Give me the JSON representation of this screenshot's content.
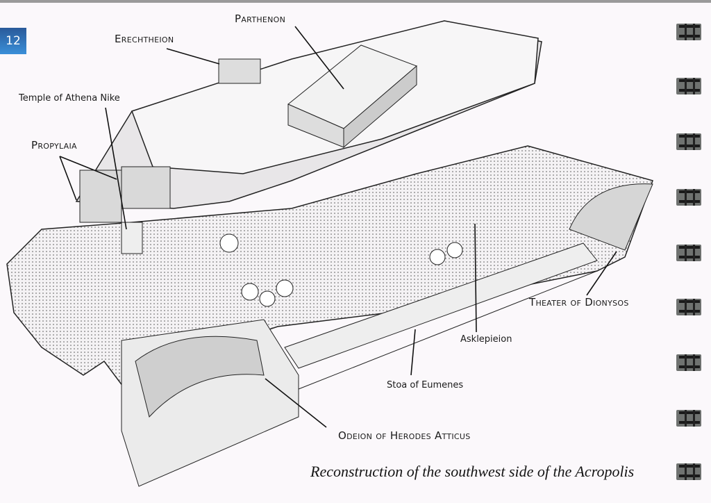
{
  "page_number": "12",
  "labels": {
    "parthenon": "Parthenon",
    "erechtheion": "Erechtheion",
    "athena_nike": "Temple of Athena Nike",
    "propylaia": "Propylaia",
    "dionysos": "Theater of Dionysos",
    "asklepieion": "Asklepieion",
    "stoa": "Stoa of Eumenes",
    "odeion": "Odeion of Herodes Atticus"
  },
  "caption": "Reconstruction of the southwest side of the Acropolis",
  "colors": {
    "page_tab": "#3a8fd8",
    "paper": "#fbf8fb",
    "ink": "#1a1a1a"
  }
}
